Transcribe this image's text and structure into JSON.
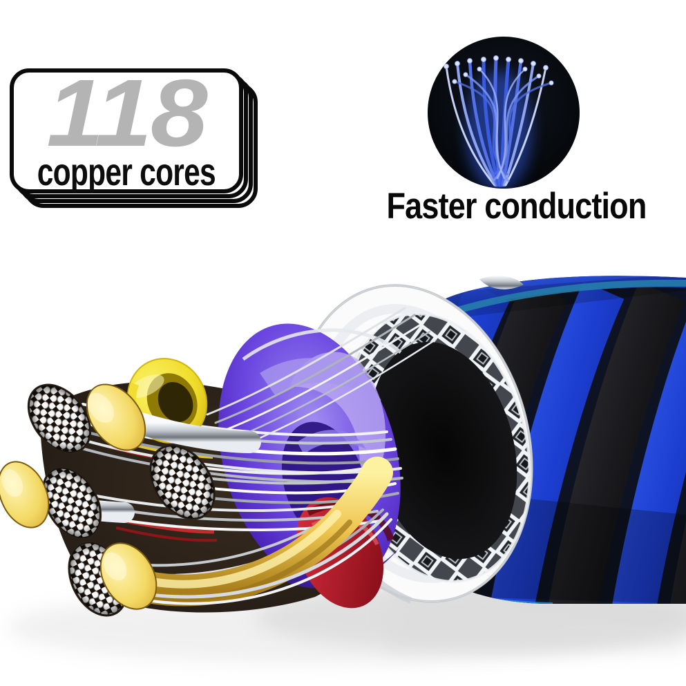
{
  "badge": {
    "number": "118",
    "label": "copper cores"
  },
  "caption": {
    "faster_conduction": "Faster conduction"
  },
  "illustration": {
    "fiber_circle_icon": "blue-fiber-bundle-icon",
    "cable_icon": "cable-cross-section-cutaway"
  },
  "colors": {
    "background": "#ffffff",
    "badge_number_gray": "#b4b4b4",
    "text_black": "#0d0d0d",
    "braid_blue": "#2347d6",
    "braid_cyan": "#2f9fd2",
    "braid_black": "#141414",
    "jacket_white": "#fbfbfc",
    "shield_silver": "#d9dde2",
    "sheath_purple": "#5b34cd",
    "wire_gold": "#eec44e",
    "wire_red": "#b01322",
    "spacer_yellow": "#f2e232",
    "fiber_blue": "#3a5ae0"
  }
}
